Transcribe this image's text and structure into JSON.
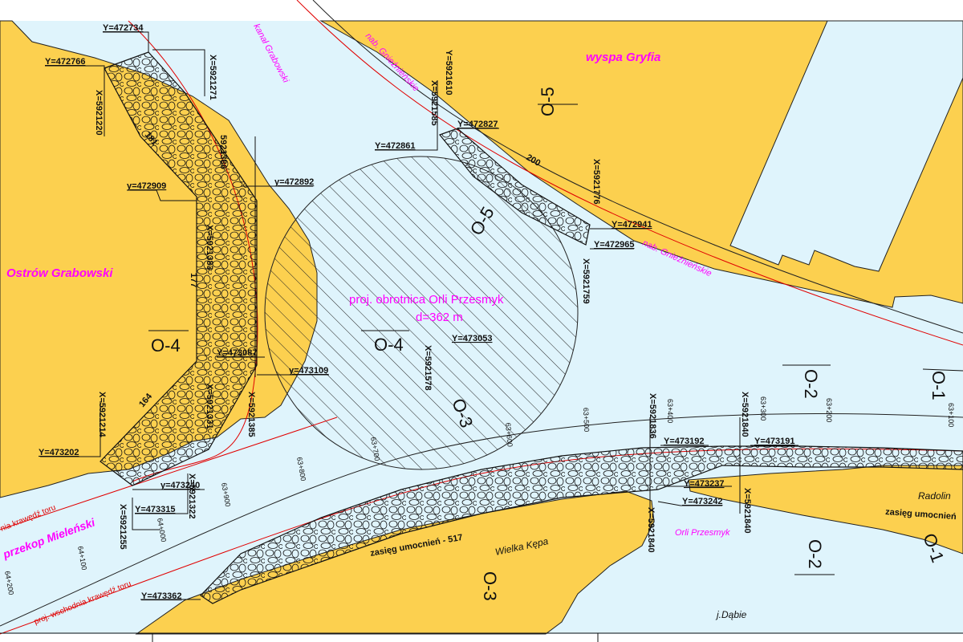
{
  "colors": {
    "water": "#dff4fc",
    "land": "#fcd04f",
    "label": "#ff00ff",
    "fairway": "#e00000"
  },
  "places": {
    "wyspa_gryfia": "wyspa Gryfia",
    "ostrow_grabowski": "Ostrów Grabowski",
    "kanal_grabowski": "kanał Grabowski",
    "nab_gniez_1": "nab. Gnieźnieńskie",
    "nab_gniez_2": "nab. Gnieźnieńskie",
    "przekop": "przekop Mieleński",
    "orli_przesmyk": "Orli Przesmyk",
    "wielka_kepa": "Wielka Kępa",
    "radolin": "Radolin",
    "j_dabie": "j.Dąbie"
  },
  "turning_basin": {
    "title": "proj. obrotnica Orli Przesmyk",
    "diameter": "d=362 m"
  },
  "notes": {
    "zasieg_517": "zasięg umocnień - 517",
    "zasieg_right": "zasięg umocnień",
    "west_edge": "nia krawędź toru",
    "east_edge": "proj. wschodnia krawędź toru"
  },
  "dimensions": {
    "d181": "181",
    "d177": "177",
    "d164": "164",
    "r200": "200"
  },
  "coordinates": {
    "y472734": "Y=472734",
    "y472766": "Y=472766",
    "x5921271": "X=5921271",
    "x5921220": "X=5921220",
    "x5921386": "5921386",
    "y472892": "y=472892",
    "y472909": "y=472909",
    "y5921610": "Y=5921610",
    "x5921585": "X=5921585",
    "y472827": "Y=472827",
    "y472861": "Y=472861",
    "x5921776": "X=5921776",
    "y472941": "Y=472941",
    "y472965": "Y=472965",
    "x5921759": "X=5921759",
    "x5921383": "X=5921383",
    "y473053": "Y=473053",
    "x5921578": "X=5921578",
    "y473087": "Y=473087",
    "y473109": "y=473109",
    "x5921214": "X=5921214",
    "x5921385": "X=5921385",
    "x5921331": "X=5921331",
    "y473202": "Y=473202",
    "y473240": "y=473240",
    "x5921255": "X=5921255",
    "x5921322": "X=5921322",
    "y473315": "Y=473315",
    "y473362": "Y=473362",
    "x5921836": "X=5921836",
    "y473192": "Y=473192",
    "x5921840a": "X=5921840",
    "y473191": "Y=473191",
    "y473237": "Y=473237",
    "y473242": "Y=473242",
    "x5921840b": "X=5921840",
    "x5921840c": "X=5921840"
  },
  "chainage": [
    "64+200",
    "64+100",
    "64+000",
    "63+900",
    "63+800",
    "63+700",
    "63+600",
    "63+500",
    "63+400",
    "63+300",
    "63+200",
    "63+100"
  ],
  "sections": {
    "o5a": "O-5",
    "o5b": "O-5",
    "o4a": "O-4",
    "o4b": "O-4",
    "o3a": "O-3",
    "o3b": "O-3",
    "o2a": "O-2",
    "o2b": "O-2",
    "o1a": "O-1",
    "o1b": "O-1"
  }
}
